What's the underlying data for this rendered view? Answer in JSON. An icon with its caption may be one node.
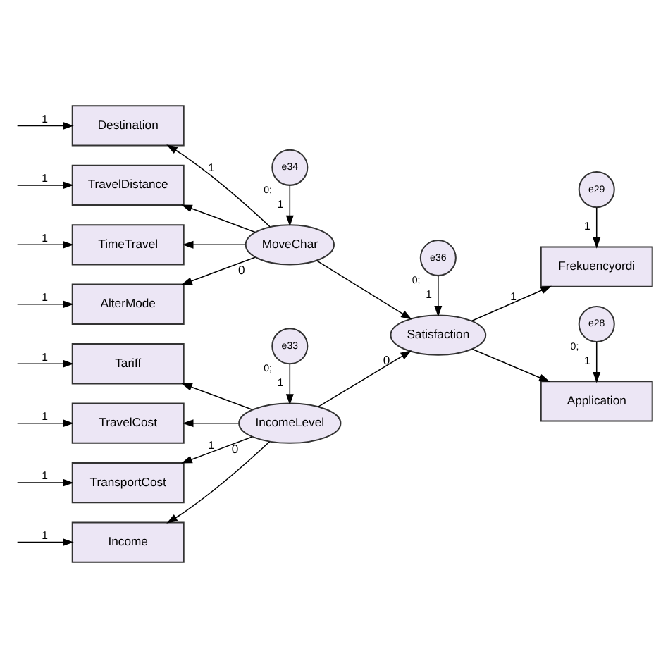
{
  "diagram": {
    "nodes": [
      {
        "text": [
          "Income"
        ]
      },
      {
        "text": [
          "Tariff"
        ]
      },
      {
        "text": [
          "TravelCost"
        ]
      },
      {
        "text": [
          "TransportCost"
        ]
      },
      {
        "text": [
          "IncomeLevel"
        ],
        "beside": [
          "0"
        ]
      },
      {
        "text": [
          "e33"
        ],
        "beside": [
          "0;"
        ]
      },
      {
        "text": [
          "Destination"
        ]
      },
      {
        "text": [
          "TravelDistance"
        ]
      },
      {
        "text": [
          "TimeTravel"
        ]
      },
      {
        "text": [
          "AlterMode"
        ]
      },
      {
        "text": [
          "MoveChar"
        ],
        "beside": [
          "0"
        ]
      },
      {
        "text": [
          "e34"
        ],
        "beside": [
          "0;"
        ]
      },
      {
        "text": [
          "Satisfaction"
        ],
        "beside": [
          "0"
        ]
      },
      {
        "text": [
          "e36"
        ],
        "beside": [
          "0;"
        ]
      },
      {
        "text": [
          "e29"
        ]
      },
      {
        "text": [
          "Frekuencyordi"
        ]
      },
      {
        "text": [
          "Application"
        ]
      },
      {
        "text": [
          "e28"
        ],
        "beside": [
          "0;"
        ]
      }
    ],
    "edges": [
      {
        "from": null,
        "to": 0,
        "arrow": "to",
        "label": "1"
      },
      {
        "from": null,
        "to": 1,
        "arrow": "to",
        "label": "1"
      },
      {
        "from": null,
        "to": 2,
        "arrow": "to",
        "label": "1"
      },
      {
        "from": null,
        "to": 3,
        "arrow": "to",
        "label": "1"
      },
      {
        "from": 4,
        "to": 0,
        "arrow": "to"
      },
      {
        "from": 4,
        "to": 1,
        "arrow": "to"
      },
      {
        "from": 4,
        "to": 2,
        "arrow": "to"
      },
      {
        "from": 4,
        "to": 3,
        "arrow": "to",
        "label": "1"
      },
      {
        "from": 5,
        "to": 4,
        "arrow": "to",
        "label": "1"
      },
      {
        "from": null,
        "to": 6,
        "arrow": "to",
        "label": "1"
      },
      {
        "from": null,
        "to": 7,
        "arrow": "to",
        "label": "1"
      },
      {
        "from": null,
        "to": 8,
        "arrow": "to",
        "label": "1"
      },
      {
        "from": null,
        "to": 9,
        "arrow": "to",
        "label": "1"
      },
      {
        "from": 10,
        "to": 6,
        "arrow": "to",
        "label": "1"
      },
      {
        "from": 10,
        "to": 7,
        "arrow": "to"
      },
      {
        "from": 10,
        "to": 8,
        "arrow": "to"
      },
      {
        "from": 10,
        "to": 9,
        "arrow": "to"
      },
      {
        "from": 11,
        "to": 10,
        "arrow": "to",
        "label": "1"
      },
      {
        "from": 4,
        "to": 12,
        "arrow": "to"
      },
      {
        "from": 10,
        "to": 12,
        "arrow": "to"
      },
      {
        "from": 13,
        "to": 12,
        "arrow": "to",
        "label": "1"
      },
      {
        "from": 12,
        "to": 15,
        "arrow": "to",
        "label": "1"
      },
      {
        "from": 12,
        "to": 16,
        "arrow": "to"
      },
      {
        "from": 14,
        "to": 15,
        "arrow": "to",
        "label": "1"
      },
      {
        "from": 17,
        "to": 16,
        "arrow": "to",
        "label": "1"
      }
    ]
  }
}
